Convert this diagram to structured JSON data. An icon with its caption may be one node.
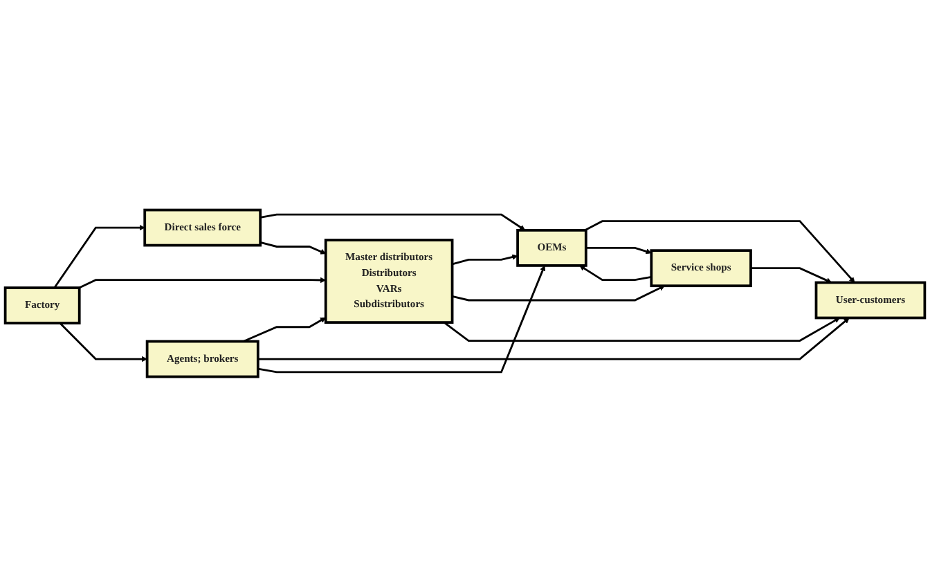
{
  "diagram": {
    "nodes": [
      {
        "text": [
          "Direct sales force"
        ]
      },
      {
        "text": [
          "OEMs"
        ]
      },
      {
        "text": [
          "Factory"
        ]
      },
      {
        "text": [
          "Master distributors",
          "Distributors",
          "VARs",
          "Subdistributors"
        ]
      },
      {
        "text": [
          "Service shops"
        ]
      },
      {
        "text": [
          "Agents; brokers"
        ]
      },
      {
        "text": [
          "User-customers"
        ]
      }
    ],
    "edges": [
      {
        "from": 2,
        "to": 0,
        "arrow": "to"
      },
      {
        "from": 2,
        "to": 3,
        "arrow": "to"
      },
      {
        "from": 2,
        "to": 5,
        "arrow": "to"
      },
      {
        "from": 0,
        "to": 1,
        "arrow": "to"
      },
      {
        "from": 0,
        "to": 3,
        "arrow": "to"
      },
      {
        "from": 5,
        "to": 3,
        "arrow": "to"
      },
      {
        "from": 5,
        "to": 6,
        "arrow": "to"
      },
      {
        "from": 5,
        "to": 1,
        "arrow": "to"
      },
      {
        "from": 3,
        "to": 1,
        "arrow": "to"
      },
      {
        "from": 3,
        "to": 4,
        "arrow": "to"
      },
      {
        "from": 3,
        "to": 6,
        "arrow": "to"
      },
      {
        "from": 1,
        "to": 6,
        "arrow": "to"
      },
      {
        "from": 1,
        "to": 4,
        "arrow": "to"
      },
      {
        "from": 4,
        "to": 1,
        "arrow": "to"
      },
      {
        "from": 4,
        "to": 6,
        "arrow": "to"
      }
    ]
  }
}
